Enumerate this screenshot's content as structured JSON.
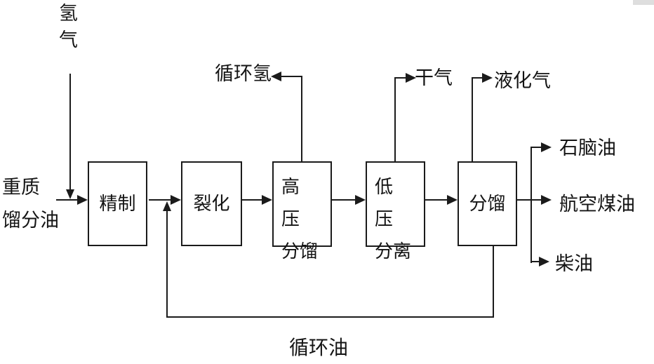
{
  "canvas": {
    "background": "#ffffff",
    "line_color": "#1b1b1b",
    "text_color": "#141414",
    "scrollbar_color": "#dedede"
  },
  "labels": {
    "hydrogen": "氢\n气",
    "feed": "重质\n馏分油",
    "recycle_hydrogen": "循环氢",
    "dry_gas": "干气",
    "lpg": "液化气",
    "naphtha": "石脑油",
    "jet_fuel": "航空煤油",
    "diesel": "柴油",
    "cycle_oil": "循环油"
  },
  "boxes": [
    {
      "label": "精制"
    },
    {
      "label": "裂化"
    },
    {
      "label": "高　压\n分馏"
    },
    {
      "label": "低　压\n分离"
    },
    {
      "label": "分馏"
    }
  ]
}
